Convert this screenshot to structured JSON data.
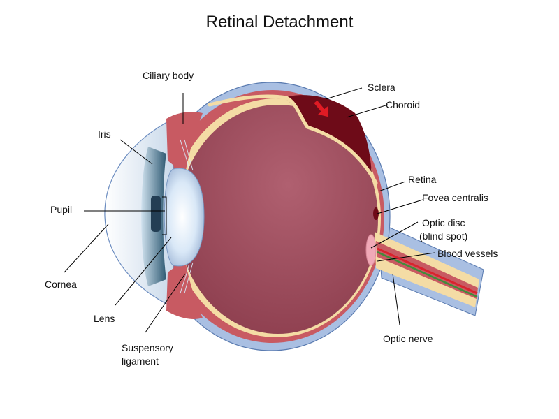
{
  "title": "Retinal Detachment",
  "labels": {
    "ciliary_body": "Ciliary body",
    "sclera": "Sclera",
    "choroid": "Choroid",
    "iris": "Iris",
    "retina": "Retina",
    "fovea_centralis": "Fovea centralis",
    "pupil": "Pupil",
    "optic_disc_line1": "Optic disc",
    "optic_disc_line2": "(blind spot)",
    "blood_vessels": "Blood vessels",
    "cornea": "Cornea",
    "lens": "Lens",
    "optic_nerve": "Optic nerve",
    "suspensory_line1": "Suspensory",
    "suspensory_line2": "ligament"
  },
  "colors": {
    "sclera": "#a9bfe2",
    "choroid": "#c85a62",
    "retina": "#f4dca5",
    "vitreous": "#8e3f4f",
    "detachment": "#6e0b18",
    "arrow": "#e01b24",
    "vessel_red": "#d9232e",
    "vessel_green": "#3f8d3a"
  }
}
